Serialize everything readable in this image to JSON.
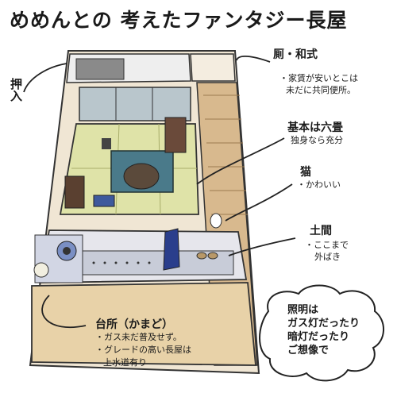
{
  "title": "めめんとの 考えたファンタジー長屋",
  "labels": {
    "oshiire": "押入",
    "toilet": "厠・和式",
    "toilet_note": [
      "・家賃が安いとこは",
      "未だに共同便所。"
    ],
    "room": "基本は六畳",
    "room_note": "独身なら充分",
    "cat": "猫",
    "cat_note": "・かわいい",
    "doma": "土間",
    "doma_note": [
      "・ここまで",
      "外ばき"
    ],
    "kitchen": "台所（かまど）",
    "kitchen_note": [
      "・ガス未だ普及せず。",
      "・グレードの高い長屋は",
      "上水道有り"
    ],
    "lighting": [
      "照明は",
      "ガス灯だったり",
      "暗灯だったり",
      "ご想像で"
    ]
  },
  "colors": {
    "wall": "#f0e6d4",
    "wood": "#c9a57a",
    "tatami": "#dfe3a8",
    "floor": "#e8d2a8",
    "doma": "#e6e6ec",
    "stove": "#7a8fc4",
    "accent": "#2a3e8c"
  }
}
